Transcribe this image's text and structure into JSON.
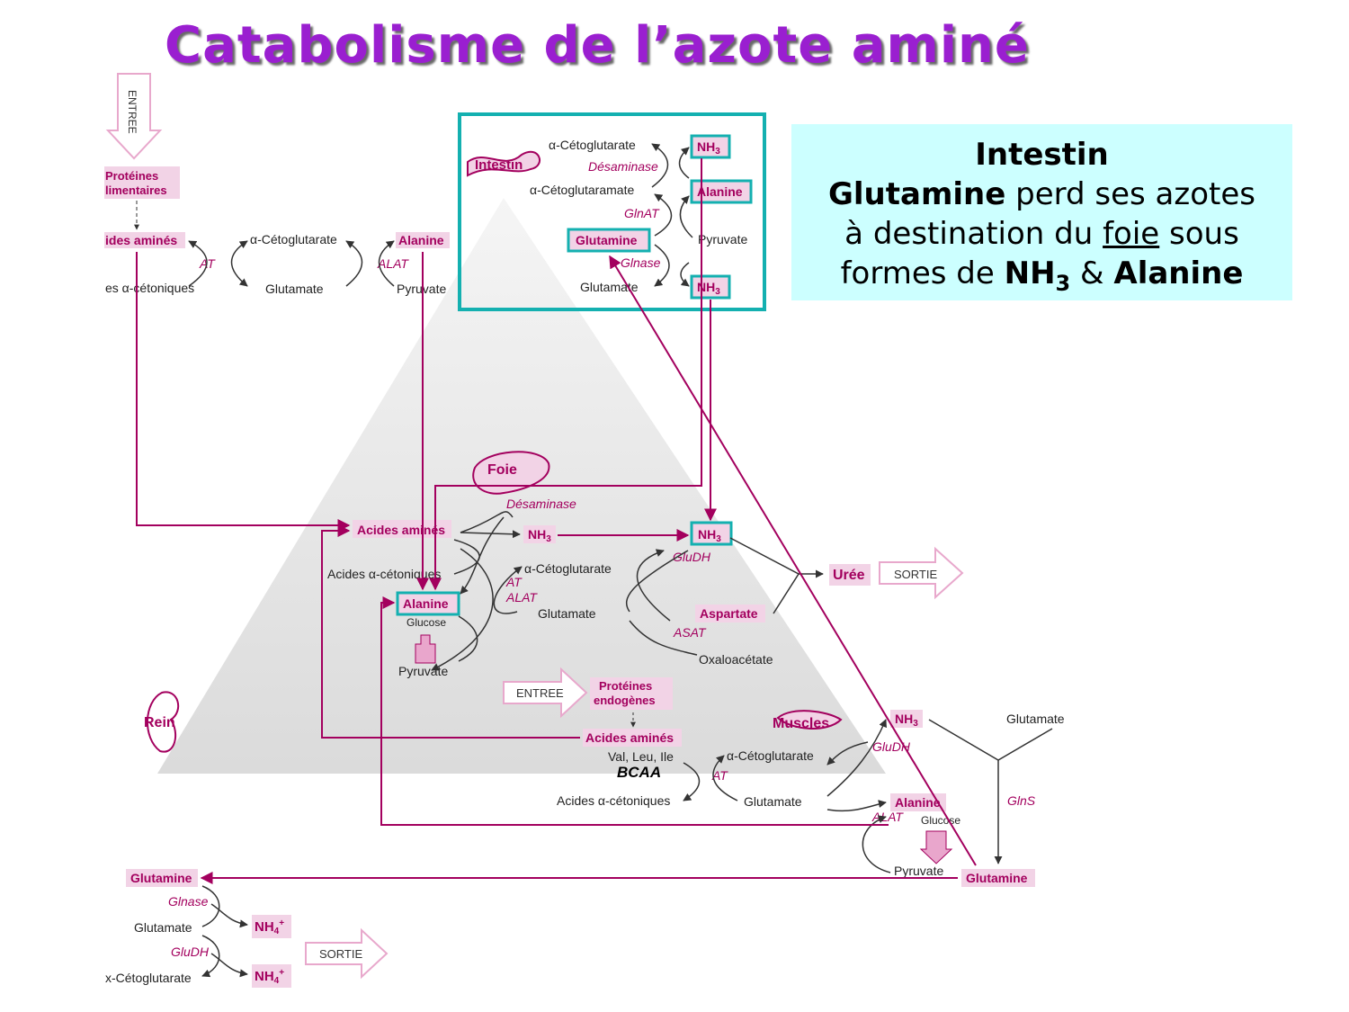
{
  "title": "Catabolisme de l’azote aminé",
  "colors": {
    "title": "#9a1fd0",
    "magenta": "#a3005e",
    "teal": "#14b0b0",
    "box_fill": "#ccffff",
    "label_bg": "#f2d3e6"
  },
  "infobox": {
    "heading": "Intestin",
    "l2a": "Glutamine",
    "l2b": " perd ses azotes",
    "l3a": "à destination du ",
    "l3b": "foie",
    "l3c": " sous",
    "l4a": "formes de ",
    "l4b": "NH",
    "l4c": "3",
    "l4d": " & ",
    "l4e": "Alanine"
  },
  "organs": {
    "intestin": "Intestin",
    "foie": "Foie",
    "rein": "Rein",
    "muscles": "Muscles"
  },
  "io": {
    "entree": "ENTREE",
    "sortie": "SORTIE"
  },
  "diag": {
    "l_proteines1": "Protéines",
    "l_proteines2": "limentaires",
    "l_aa": "ides aminés",
    "l_akg": "α-Cétoglutarate",
    "l_alanine": "Alanine",
    "l_at": "AT",
    "l_alat": "ALAT",
    "l_aceto": "es α-cétoniques",
    "l_glutamate": "Glutamate",
    "l_pyruvate": "Pyruvate",
    "i_akg": "α-Cétoglutarate",
    "i_desaminase": "Désaminase",
    "i_akgamate": "α-Cétoglutaramate",
    "i_nh3a": "NH",
    "i_alanine": "Alanine",
    "i_glnat": "GlnAT",
    "i_glutamine": "Glutamine",
    "i_pyruvate": "Pyruvate",
    "i_glnase": "Glnase",
    "i_glutamate": "Glutamate",
    "i_nh3b": "NH",
    "sub3": "3",
    "f_desaminase": "Désaminase",
    "f_aa": "Acides aminés",
    "f_nh3": "NH",
    "f_nh3b": "NH",
    "f_gludh": "GluDH",
    "f_aceto": "Acides α-cétoniques",
    "f_akg": "α-Cétoglutarate",
    "f_at": "AT",
    "f_alat": "ALAT",
    "f_alanine": "Alanine",
    "f_glutamate": "Glutamate",
    "f_glucose": "Glucose",
    "f_pyruvate": "Pyruvate",
    "f_aspartate": "Aspartate",
    "f_asat": "ASAT",
    "f_oxalo": "Oxaloacétate",
    "f_uree": "Urée",
    "p_prot1": "Protéines",
    "p_prot2": "endogènes",
    "m_aa": "Acides aminés",
    "m_vli": "Val, Leu, Ile",
    "m_bcaa": "BCAA",
    "m_akg": "α-Cétoglutarate",
    "m_at": "AT",
    "m_aceto": "Acides α-cétoniques",
    "m_glutamate": "Glutamate",
    "m_nh3": "NH",
    "m_gludh": "GluDH",
    "m_glutamate2": "Glutamate",
    "m_alanine": "Alanine",
    "m_alat": "ALAT",
    "m_glucose": "Glucose",
    "m_gins": "GlnS",
    "m_pyruvate": "Pyruvate",
    "m_glutamine": "Glutamine",
    "r_glutamine": "Glutamine",
    "r_glnase": "Glnase",
    "r_glutamate": "Glutamate",
    "r_nh4a": "NH",
    "r_gludh": "GluDH",
    "r_akg": "x-Cétoglutarate",
    "r_nh4b": "NH",
    "sub4": "4",
    "supplus": "+"
  }
}
